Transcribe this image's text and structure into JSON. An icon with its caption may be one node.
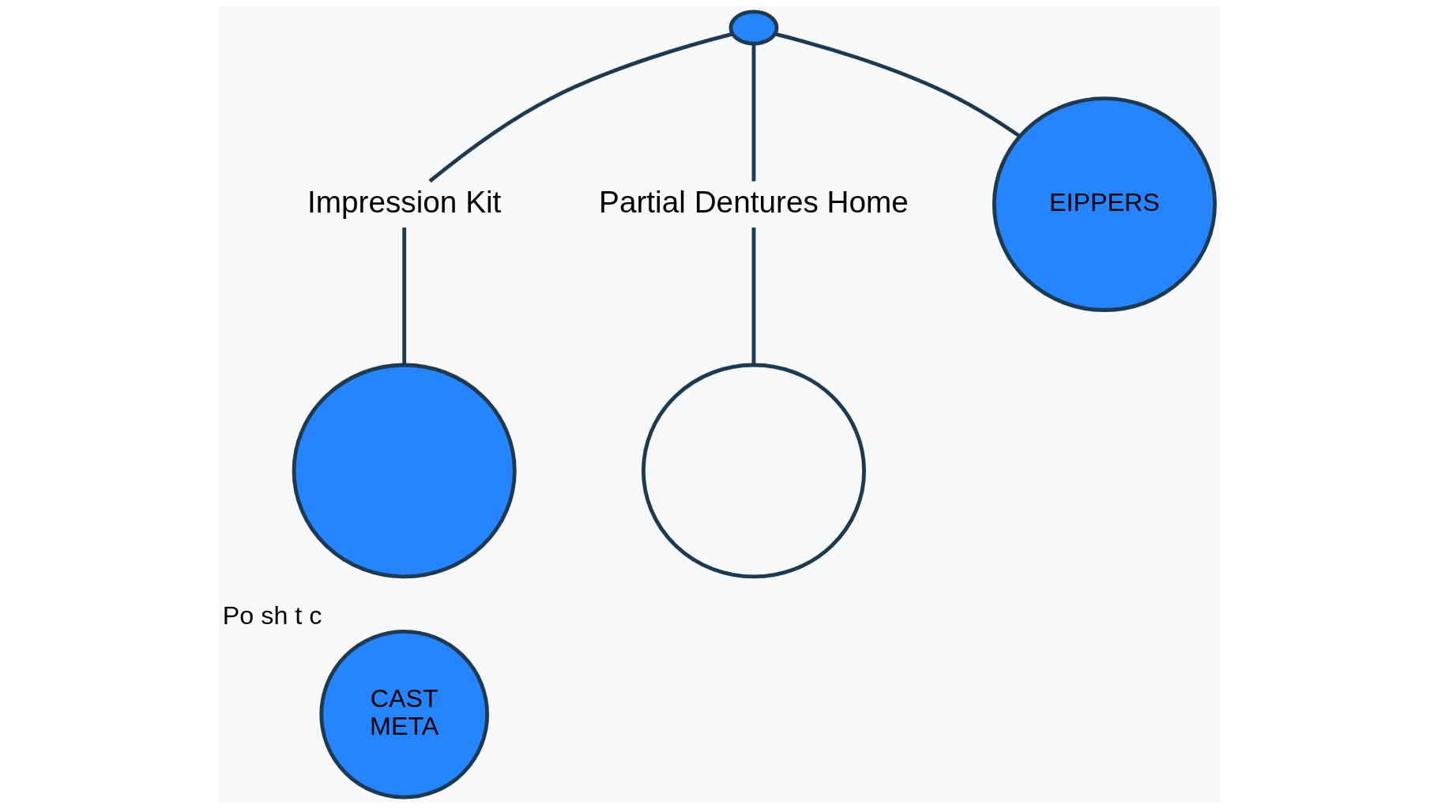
{
  "diagram": {
    "nodes": [
      {
        "text": [],
        "shape": "circle"
      },
      {
        "text": [
          "Impression Kit"
        ]
      },
      {
        "text": [],
        "shape": "circle"
      },
      {
        "text": [
          "Partial Dentures Home"
        ]
      },
      {
        "text": [],
        "shape": "circle"
      },
      {
        "text": [
          "EIPPERS"
        ]
      },
      {
        "text": [
          "CAST",
          "META"
        ],
        "beside": [
          "Po sh t c"
        ]
      }
    ],
    "edges": [
      {
        "from": 0,
        "to": 1,
        "arrow": "none"
      },
      {
        "from": 1,
        "to": 2,
        "arrow": "none"
      },
      {
        "from": 0,
        "to": 3,
        "arrow": "none"
      },
      {
        "from": 3,
        "to": 4,
        "arrow": "none"
      },
      {
        "from": 0,
        "to": 5,
        "arrow": "none"
      }
    ]
  }
}
